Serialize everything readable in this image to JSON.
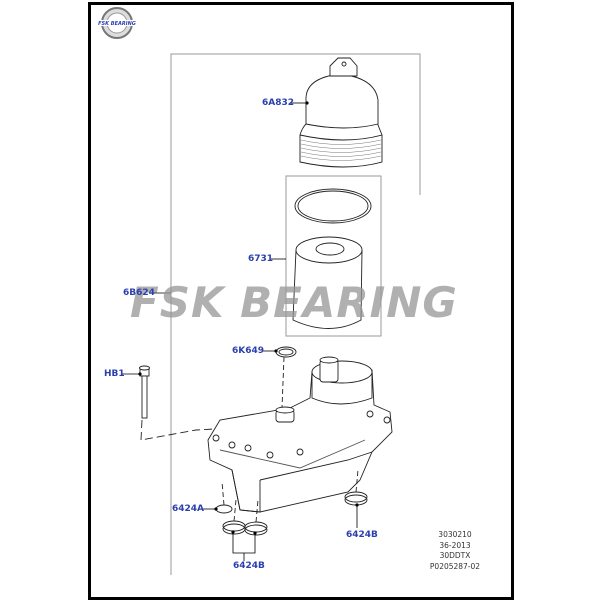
{
  "logo": {
    "text": "FSK BEARING",
    "icon": "bearing-logo-icon"
  },
  "watermark": "FSK BEARING",
  "callouts": {
    "cap": "6A832",
    "filter_element": "6731",
    "housing": "6B624",
    "oring": "6K649",
    "bolt": "HB1",
    "seal_a": "6424A",
    "seal_b_pair": "6424B",
    "seal_b_right": "6424B"
  },
  "reference": {
    "line1": "3030210",
    "line2": "36-2013",
    "line3": "30DDTX",
    "line4": "P0205287-02"
  },
  "colors": {
    "callout": "#2a3fb0",
    "frame": "#000000",
    "leader": "#000000",
    "outline": "#9a9a9a",
    "watermark": "#969696"
  }
}
